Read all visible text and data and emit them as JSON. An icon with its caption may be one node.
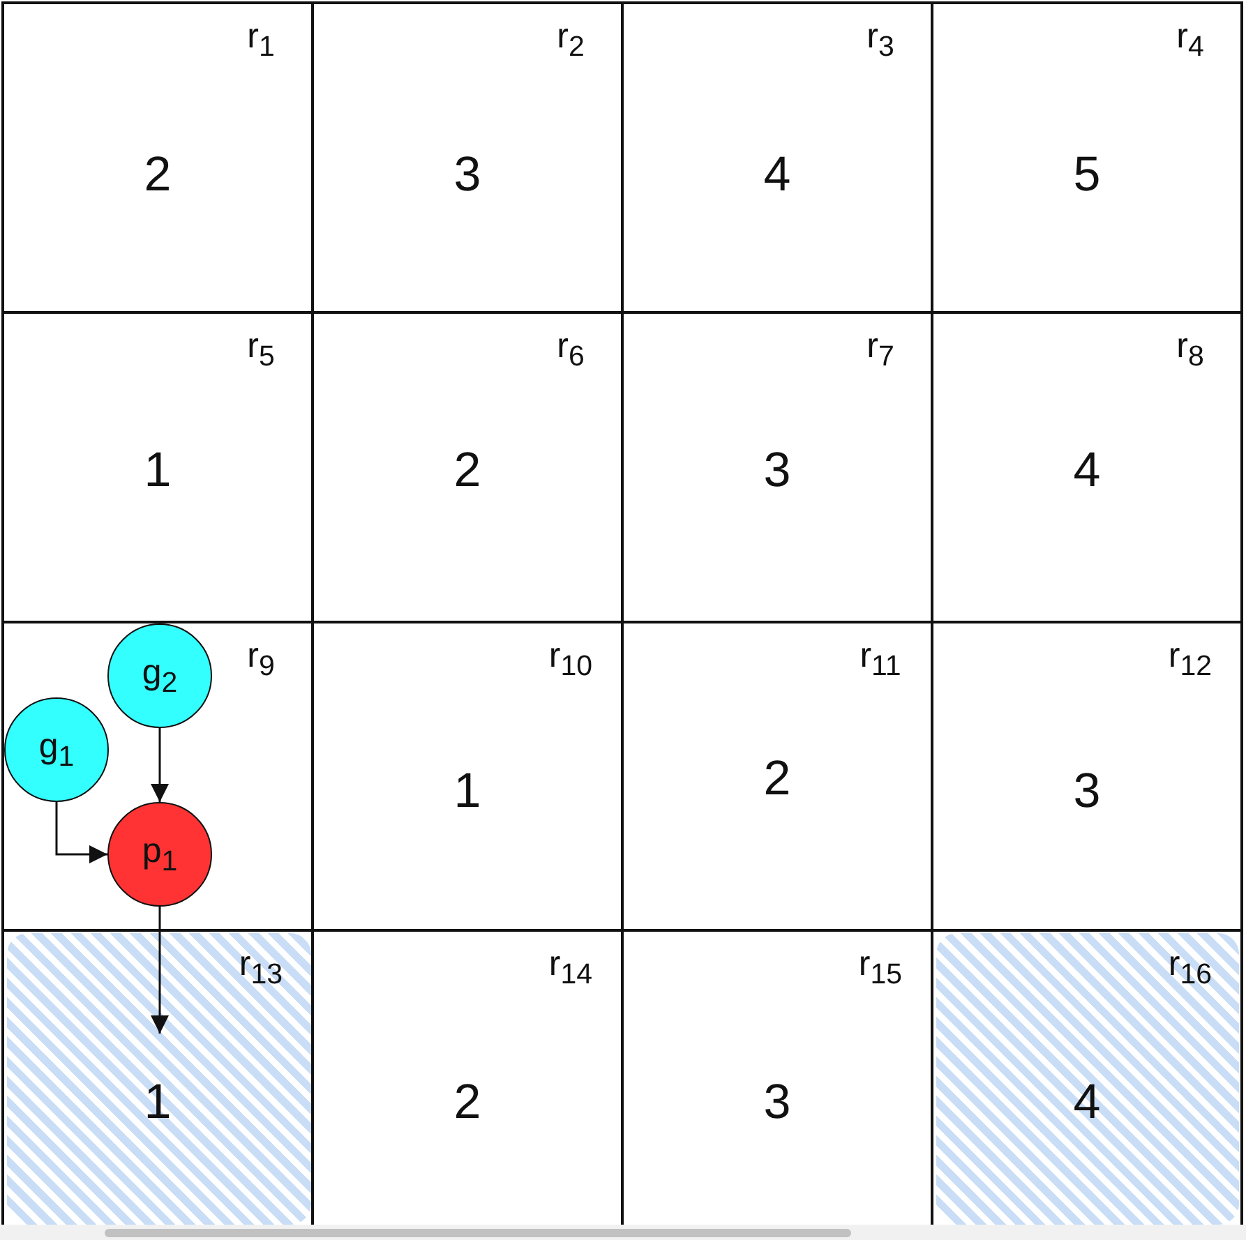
{
  "diagram": {
    "nodes": [
      {
        "text": [
          "r$_{1}$",
          "2"
        ]
      },
      {
        "text": [
          "r$_{2}$",
          "3"
        ]
      },
      {
        "text": [
          "r$_{3}$",
          "4"
        ]
      },
      {
        "text": [
          "r$_{4}$",
          "5"
        ]
      },
      {
        "text": [
          "r$_{5}$",
          "1"
        ]
      },
      {
        "text": [
          "r$_{6}$",
          "2"
        ]
      },
      {
        "text": [
          "r$_{7}$",
          "3"
        ]
      },
      {
        "text": [
          "r$_{8}$",
          "4"
        ]
      },
      {
        "text": [
          "r$_{9}$"
        ]
      },
      {
        "text": [
          "r$_{10}$",
          "1"
        ]
      },
      {
        "text": [
          "r$_{11}$",
          "2"
        ]
      },
      {
        "text": [
          "r$_{12}$",
          "3"
        ]
      },
      {
        "text": [
          "r$_{13}$",
          "1"
        ]
      },
      {
        "text": [
          "r$_{14}$",
          "2"
        ]
      },
      {
        "text": [
          "r$_{15}$",
          "3"
        ]
      },
      {
        "text": [
          "r$_{16}$",
          "4"
        ]
      },
      {
        "text": [
          "g$_{2}$"
        ],
        "in": 8
      },
      {
        "text": [
          "g$_{1}$"
        ],
        "in": 8
      },
      {
        "text": [
          "p$_{1}$"
        ],
        "in": 8
      }
    ],
    "edges": [
      {
        "from": 17,
        "to": 18,
        "arrow": "to"
      },
      {
        "from": 16,
        "to": 18,
        "arrow": "to"
      },
      {
        "from": 18,
        "to": 12,
        "arrow": "to"
      }
    ]
  }
}
